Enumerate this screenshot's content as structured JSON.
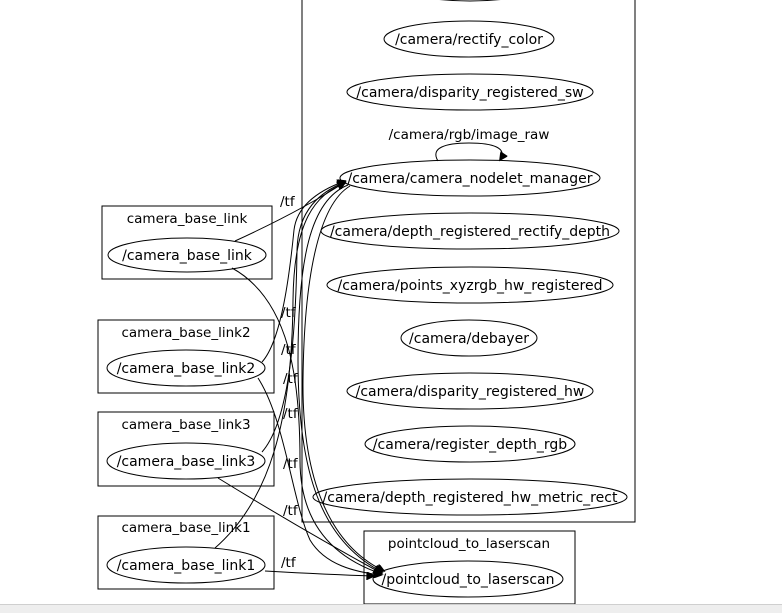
{
  "clusters": {
    "camera_base_link": "camera_base_link",
    "camera_base_link2": "camera_base_link2",
    "camera_base_link3": "camera_base_link3",
    "camera_base_link1": "camera_base_link1",
    "pointcloud_to_laserscan": "pointcloud_to_laserscan"
  },
  "nodes": {
    "camera_base_link": "/camera_base_link",
    "camera_base_link2": "/camera_base_link2",
    "camera_base_link3": "/camera_base_link3",
    "camera_base_link1": "/camera_base_link1",
    "rectify_color": "/camera/rectify_color",
    "disparity_registered_sw": "/camera/disparity_registered_sw",
    "camera_nodelet_manager": "/camera/camera_nodelet_manager",
    "depth_registered_rectify_depth": "/camera/depth_registered_rectify_depth",
    "points_xyzrgb_hw_registered": "/camera/points_xyzrgb_hw_registered",
    "debayer": "/camera/debayer",
    "disparity_registered_hw": "/camera/disparity_registered_hw",
    "register_depth_rgb": "/camera/register_depth_rgb",
    "depth_registered_hw_metric_rect": "/camera/depth_registered_hw_metric_rect",
    "pointcloud_to_laserscan": "/pointcloud_to_laserscan"
  },
  "edge_labels": {
    "self_loop": "/camera/rgb/image_raw",
    "tf": "/tf"
  }
}
